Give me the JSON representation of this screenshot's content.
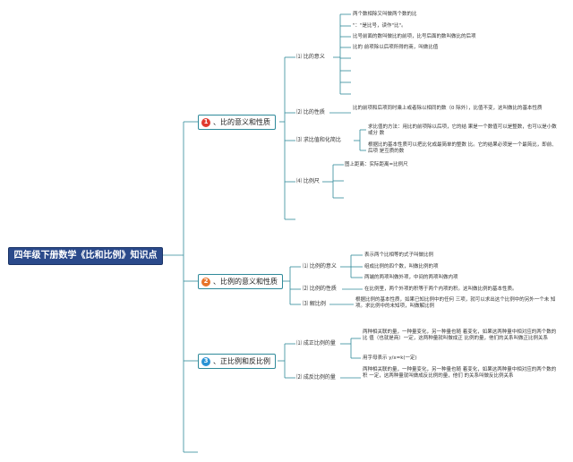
{
  "title": "四年级下册数学《比和比例》知识点",
  "colors": {
    "root_bg": "#2b4a8b",
    "line": "#2f8a9a",
    "badge1": "#e03a2f",
    "badge2": "#e8742a",
    "badge3": "#2a93d5"
  },
  "branches": [
    {
      "num": "1",
      "label": "、比的意义和性质",
      "subs": [
        {
          "label": "⑴ 比的意义",
          "leaves": [
            "两个数相除又叫做两个数的比",
            "\"：\"是比号，读作\"比\"。",
            "比号前面的数叫做比的前项，比号后面的数叫做比的后项",
            "比的 前项除以后项所得的商，叫做比值"
          ]
        },
        {
          "label": "⑵ 比的性质",
          "leaves": [
            "比的前项和后项同时乘上或者除以相同的数（0 除外），比值不变，这叫做比的基本性质"
          ]
        },
        {
          "label": "⑶ 求比值和化简比",
          "leaves": [
            "求比值的方法：用比的前项除以后项，它的结 果是一个数值可以是整数，也可以是小数或分 数",
            "根据比的基本性质可以把比化成最简单的整数 比。它的结果必须是一个最简比，即前、后项 是互质的数"
          ]
        },
        {
          "label": "⑷ 比例尺",
          "leaves": [
            "图上距离：实际距离=比例尺"
          ]
        }
      ]
    },
    {
      "num": "2",
      "label": "、比例的意义和性质",
      "subs": [
        {
          "label": "⑴ 比例的意义",
          "leaves": [
            "表示两个比相等的式子叫做比例",
            "组成比例的四个数，叫做比例的项",
            "两端的两项叫做外项，中间的两项叫做内项"
          ]
        },
        {
          "label": "⑵ 比例的性质",
          "leaves": [
            "在比例里，两个外项的积等于两个内项的积。这叫做比例的基本性质。"
          ]
        },
        {
          "label": "⑶ 解比例",
          "leaves": [
            "根据比例的基本性质，如果已知比例中的任何 三项，就可以求出这个比例中的另外一个未 知项。求比例中的未知项，叫做解比例"
          ]
        }
      ]
    },
    {
      "num": "3",
      "label": "、正比例和反比例",
      "subs": [
        {
          "label": "⑴ 成正比例的量",
          "leaves": [
            "两种相关联的量，一种量变化，另一种量也随 着变化，如果这两种量中相对应的两个数的比 值（也就是商）一定，这两种量就叫做成正 比例的量，他们的关系叫做正比例关系",
            "用字母表示 y/x=k(一定)"
          ]
        },
        {
          "label": "⑵ 成反比例的量",
          "leaves": [
            "两种相关联的量，一种量变化，另一种量也随 着变化，如果这两种量中相对应的两个数的积 一定，这两种量就叫做成反比例的量，他们 的关系叫做反比例关系"
          ]
        }
      ]
    }
  ]
}
